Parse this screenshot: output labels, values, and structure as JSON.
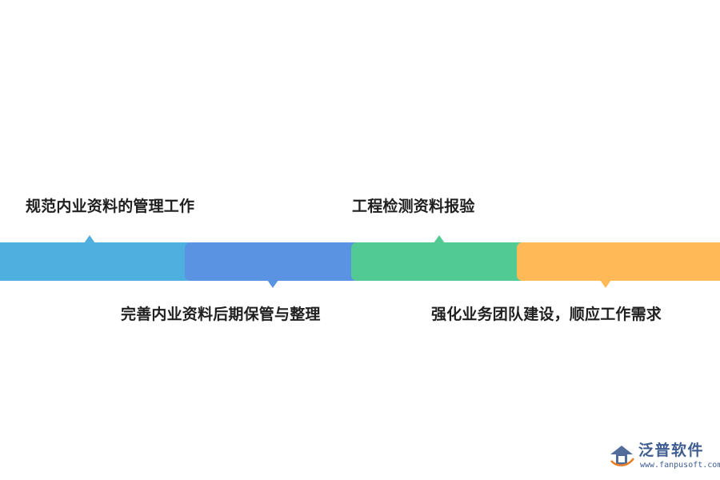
{
  "diagram": {
    "steps": [
      {
        "label": "规范内业资料的管理工作",
        "color": "#4fb0e0"
      },
      {
        "label": "完善内业资料后期保管与整理",
        "color": "#5b93e3"
      },
      {
        "label": "工程检测资料报验",
        "color": "#52ca94"
      },
      {
        "label": "强化业务团队建设，顺应工作需求",
        "color": "#ffb957"
      }
    ]
  },
  "watermark": {
    "icon": "fanpu-logo-icon",
    "name": "泛普软件",
    "url": "www.fanpusoft.com"
  }
}
